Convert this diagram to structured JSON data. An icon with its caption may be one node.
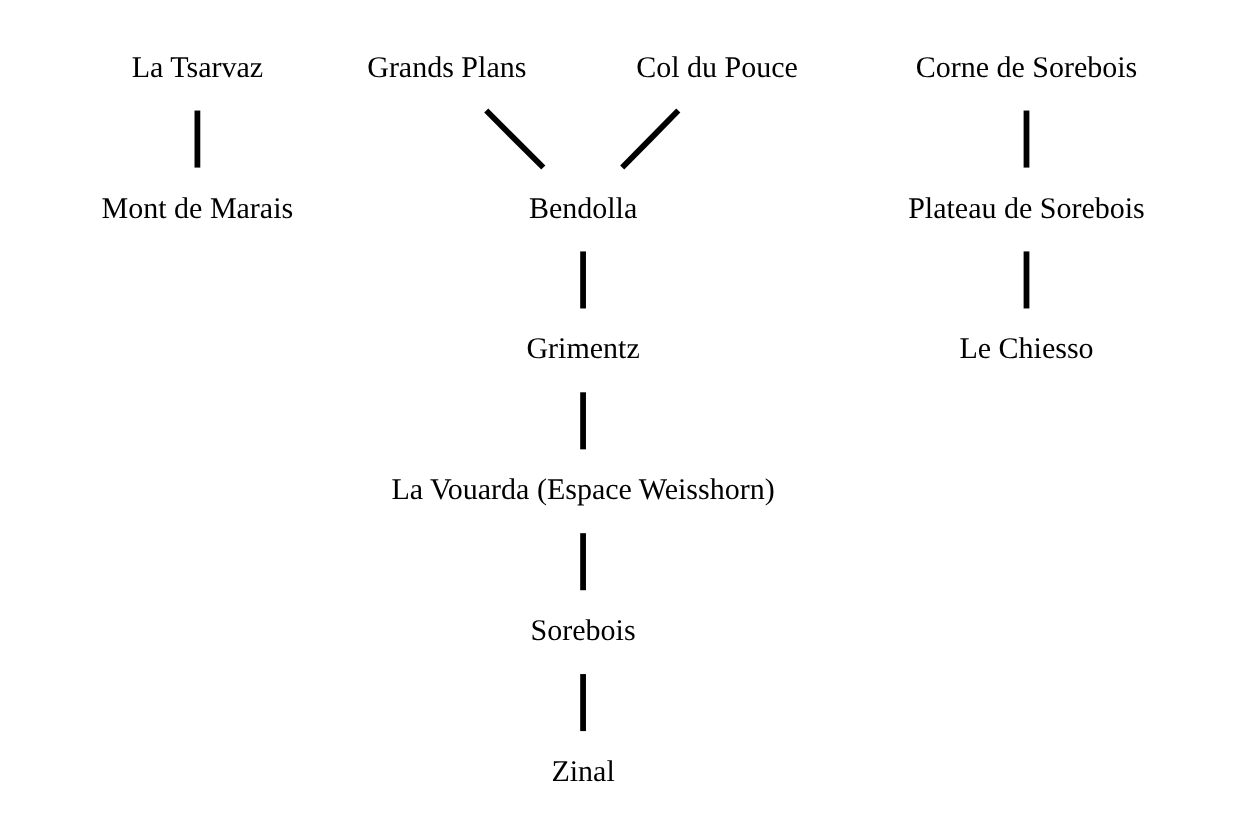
{
  "diagram": {
    "nodes": [
      {
        "text": [
          "Mont de Marais"
        ]
      },
      {
        "text": [
          "Grands Plans"
        ]
      },
      {
        "text": [
          "La Tsarvaz"
        ]
      },
      {
        "text": [
          "Bendolla"
        ]
      },
      {
        "text": [
          "Grimentz"
        ]
      },
      {
        "text": [
          "Col du Pouce"
        ]
      },
      {
        "text": [
          "La Vouarda (Espace Weisshorn)"
        ]
      },
      {
        "text": [
          "Corne de Sorebois"
        ]
      },
      {
        "text": [
          "Plateau de Sorebois"
        ]
      },
      {
        "text": [
          "Sorebois"
        ]
      },
      {
        "text": [
          "Le Chiesso"
        ]
      },
      {
        "text": [
          "Zinal"
        ]
      }
    ],
    "edges": [
      {
        "from": 2,
        "to": 0,
        "arrow": "none"
      },
      {
        "from": 1,
        "to": 3,
        "arrow": "none"
      },
      {
        "from": 5,
        "to": 3,
        "arrow": "none"
      },
      {
        "from": 3,
        "to": 4,
        "arrow": "none"
      },
      {
        "from": 4,
        "to": 6,
        "arrow": "none"
      },
      {
        "from": 6,
        "to": 9,
        "arrow": "none"
      },
      {
        "from": 9,
        "to": 11,
        "arrow": "none"
      },
      {
        "from": 7,
        "to": 8,
        "arrow": "none"
      },
      {
        "from": 8,
        "to": 10,
        "arrow": "none"
      }
    ]
  }
}
